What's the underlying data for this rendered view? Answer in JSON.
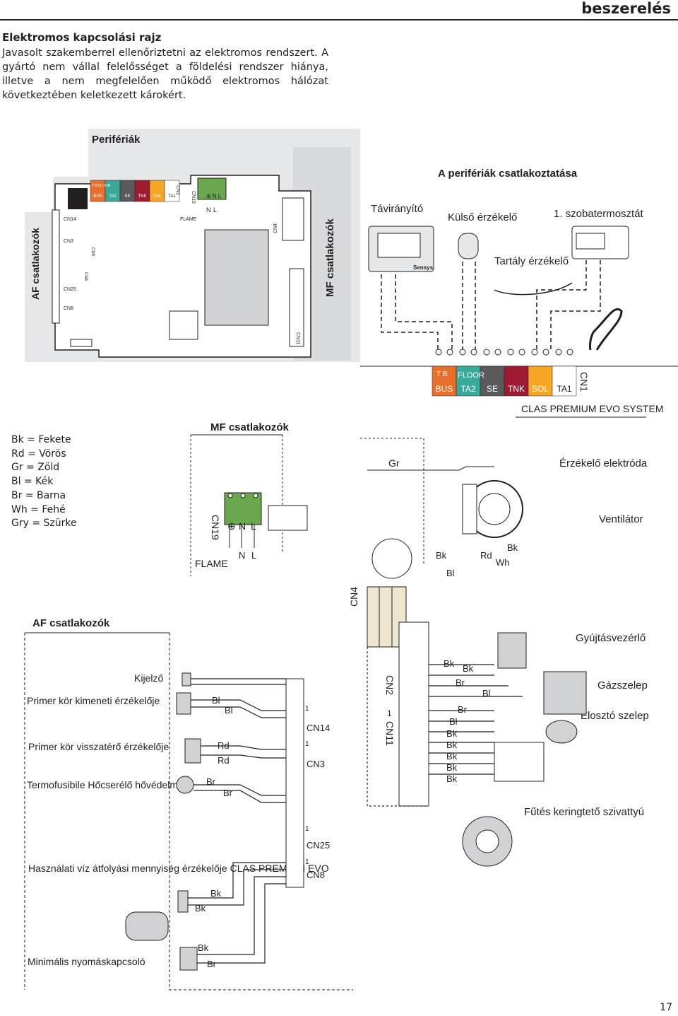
{
  "header": {
    "section": "beszerelés",
    "page_number": "17"
  },
  "intro": {
    "title": "Elektromos kapcsolási rajz",
    "text": "Javasolt szakemberrel ellenőriztetni az elektromos rendszert. A gyártó nem vállal felelősséget a földelési rendszer hiánya, illetve a nem megfelelően működő elektromos hálózat következtében keletkezett károkért."
  },
  "top_board": {
    "peripherals_label": "Perifériák",
    "af_label": "AF csatlakozók",
    "mf_label": "MF csatlakozók",
    "terminals": [
      "BUS",
      "TA2",
      "SE",
      "TNK",
      "SOL",
      "TA1"
    ],
    "terminal_top": [
      "T  B",
      "FLOOR"
    ],
    "cn_labels": [
      "CN14",
      "CN3",
      "CN9",
      "CN6",
      "CN25",
      "CN8",
      "CN1",
      "CN19",
      "CN4",
      "CN11",
      "FLAME"
    ],
    "nl": [
      "N",
      "L"
    ]
  },
  "peripherals": {
    "title": "A perifériák csatlakoztatása",
    "remote": "Távirányító",
    "remote_brand": "Sensys",
    "outdoor_sensor": "Külső érzékelő",
    "thermostat": "1. szobatermosztát",
    "tank_sensor": "Tartály érzékelő"
  },
  "terminal_strip": {
    "labels": [
      "BUS",
      "TA2",
      "SE",
      "TNK",
      "SOL",
      "TA1"
    ],
    "top_small": [
      "T",
      "B",
      "FLOOR"
    ],
    "cn": "CN1",
    "system_name": "CLAS PREMIUM EVO SYSTEM",
    "colors": [
      "#e8702a",
      "#3aa99a",
      "#5a5a5c",
      "#9e1b32",
      "#f6a623",
      "#ffffff"
    ]
  },
  "color_legend": [
    "Bk = Fekete",
    "Rd = Vörös",
    "Gr = Zöld",
    "Bl = Kék",
    "Br = Barna",
    "Wh = Fehé",
    "Gry = Szürke"
  ],
  "mf_section": {
    "title": "MF csatlakozók",
    "cn": "CN19",
    "flame": "FLAME",
    "n": "N",
    "l": "L",
    "gr": "Gr",
    "cn4": "CN4",
    "electrode": "Érzékelő elektróda",
    "fan": "Ventilátor",
    "fan_wires": [
      "Bk",
      "Bl",
      "Rd",
      "Bk",
      "Wh"
    ]
  },
  "af_section": {
    "title": "AF csatlakozók",
    "display": "Kijelző",
    "items": [
      {
        "label": "Primer kör kimeneti érzékelője",
        "wires": [
          "Bl",
          "Bl"
        ]
      },
      {
        "label": "Primer kör visszatérő érzékelője",
        "wires": [
          "Rd",
          "Rd"
        ]
      },
      {
        "label": "Termofusibile Hőcserélő hővédelme",
        "wires": [
          "Br",
          "Br"
        ]
      },
      {
        "label": "Használati víz átfolyási mennyiség érzékelője CLAS PREMIUM EVO",
        "wires": [
          "Bk",
          "Bk"
        ]
      },
      {
        "label": "Minimális nyomáskapcsoló",
        "wires": [
          "Bk",
          "Br"
        ]
      }
    ],
    "connectors": [
      "CN14",
      "CN3",
      "CN25",
      "CN8",
      "CN2",
      "CN11"
    ],
    "one": "1",
    "ignition": "Gyújtásvezérlő",
    "gas_valve": "Gázszelep",
    "diverter": "Elosztó szelep",
    "pump": "Fűtés keringtető szivattyú",
    "right_wires": [
      "Bk",
      "Bk",
      "Br",
      "Bl",
      "Br",
      "Bl",
      "Bk",
      "Bk",
      "Bk",
      "Bk",
      "Bk"
    ]
  }
}
